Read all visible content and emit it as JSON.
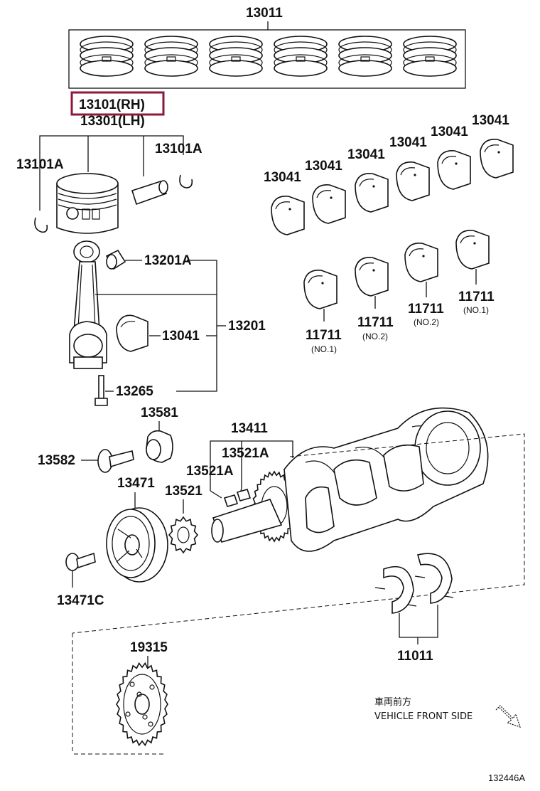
{
  "highlight": {
    "color": "#8b1a3a",
    "label": "13101(RH)"
  },
  "labels": {
    "p13011": "13011",
    "p13101lh": "13301(LH)",
    "p13101a_l": "13101A",
    "p13101a_r": "13101A",
    "p13201a": "13201A",
    "p13201": "13201",
    "p13041_rod": "13041",
    "p13265": "13265",
    "p13041_a": "13041",
    "p13041_b": "13041",
    "p13041_c": "13041",
    "p13041_d": "13041",
    "p13041_e": "13041",
    "p13041_f": "13041",
    "p11711_1": "11711",
    "p11711_1_sub": "(NO.1)",
    "p11711_2": "11711",
    "p11711_2_sub": "(NO.2)",
    "p11711_3": "11711",
    "p11711_3_sub": "(NO.2)",
    "p11711_4": "11711",
    "p11711_4_sub": "(NO.1)",
    "p13581": "13581",
    "p13582": "13582",
    "p13411": "13411",
    "p13521a_top": "13521A",
    "p13521a_left": "13521A",
    "p13471": "13471",
    "p13521": "13521",
    "p13471c": "13471C",
    "p11011": "11011",
    "p19315": "19315"
  },
  "note": {
    "jp": "車両前方",
    "en": "VEHICLE FRONT SIDE",
    "icon": "front-arrow-icon"
  },
  "figure_code": "132446A"
}
